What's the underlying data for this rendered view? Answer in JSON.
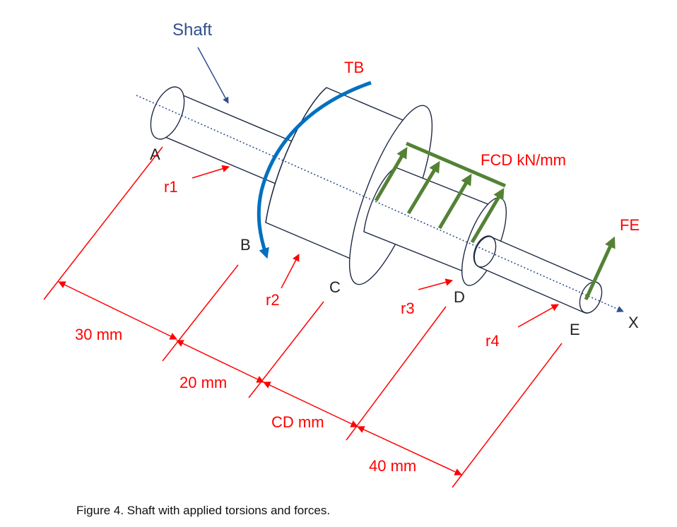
{
  "labels": {
    "shaft": "Shaft",
    "tb": "TB",
    "fcd": "FCD kN/mm",
    "fe": "FE",
    "a": "A",
    "b": "B",
    "c": "C",
    "d": "D",
    "e": "E",
    "x": "X",
    "r1": "r1",
    "r2": "r2",
    "r3": "r3",
    "r4": "r4"
  },
  "dimensions": {
    "ab": "30 mm",
    "bc": "20 mm",
    "cd": "CD mm",
    "de": "40 mm"
  },
  "caption": "Figure 4. Shaft with applied torsions and forces.",
  "colors": {
    "dimension": "#ff0000",
    "load_arrow": "#548235",
    "torque": "#0070c0",
    "axis": "#2f4f8f",
    "outline": "#1f2a44"
  }
}
